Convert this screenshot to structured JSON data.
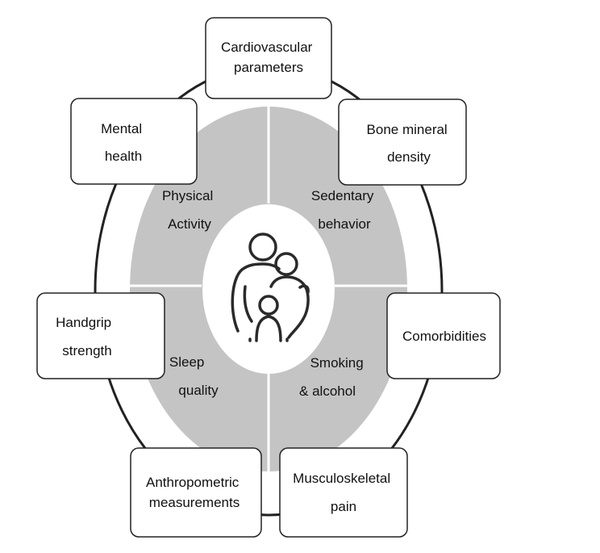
{
  "center": {
    "icon": "family-icon"
  },
  "segments": [
    {
      "id": "physical-activity",
      "lines": [
        "Physical",
        "Activity"
      ]
    },
    {
      "id": "sedentary-behavior",
      "lines": [
        "Sedentary",
        "behavior"
      ]
    },
    {
      "id": "sleep-quality",
      "lines": [
        "Sleep",
        "quality"
      ]
    },
    {
      "id": "smoking-alcohol",
      "lines": [
        "Smoking",
        "& alcohol"
      ]
    }
  ],
  "outcomes": [
    {
      "id": "cardiovascular-parameters",
      "lines": [
        "Cardiovascular",
        "parameters"
      ]
    },
    {
      "id": "mental-health",
      "lines": [
        "Mental",
        "health"
      ]
    },
    {
      "id": "bone-mineral-density",
      "lines": [
        "Bone mineral",
        "density"
      ]
    },
    {
      "id": "handgrip-strength",
      "lines": [
        "Handgrip",
        "strength"
      ]
    },
    {
      "id": "comorbidities",
      "lines": [
        "Comorbidities"
      ]
    },
    {
      "id": "anthropometric-measurements",
      "lines": [
        "Anthropometric",
        "measurements"
      ]
    },
    {
      "id": "musculoskeletal-pain",
      "lines": [
        "Musculoskeletal",
        "pain"
      ]
    }
  ],
  "colors": {
    "segment_fill": "#c4c4c4",
    "stroke": "#222222",
    "box_fill": "#ffffff"
  }
}
